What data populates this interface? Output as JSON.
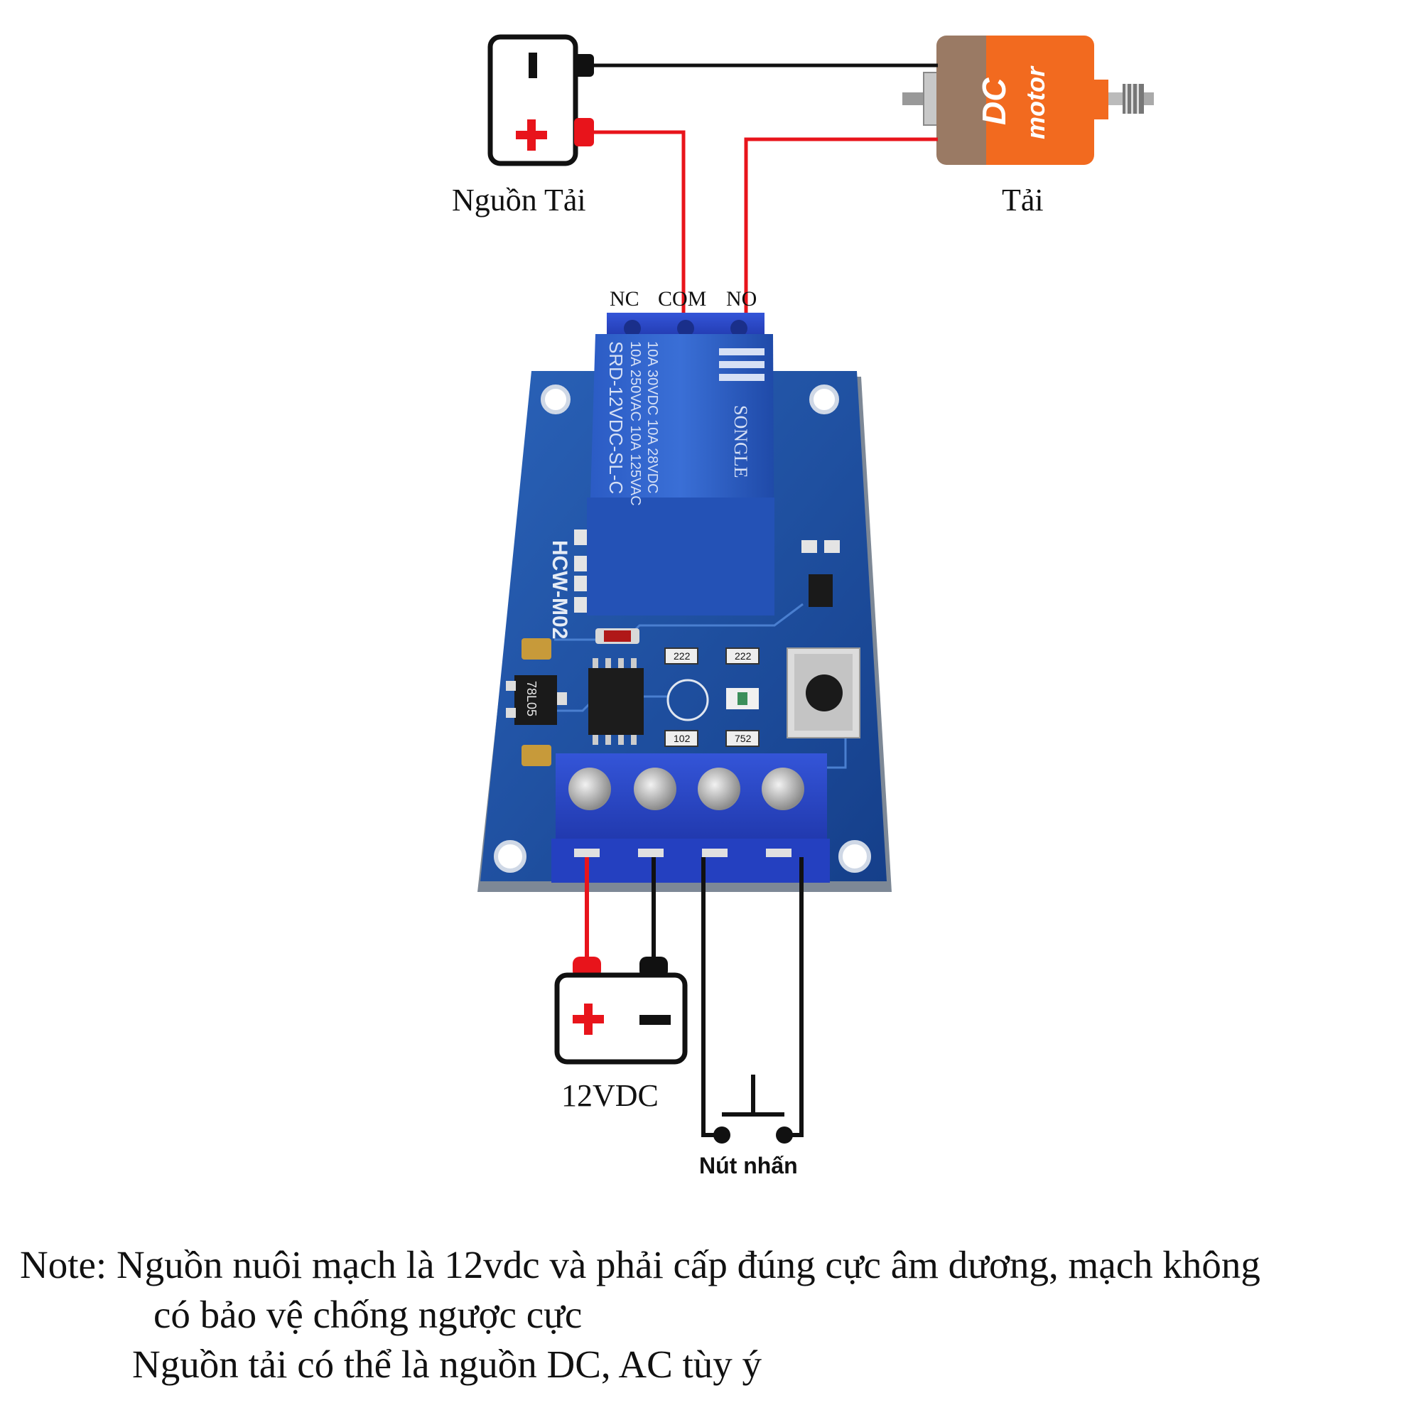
{
  "labels": {
    "load_source": "Nguồn Tải",
    "load": "Tải",
    "nc": "NC",
    "com": "COM",
    "no": "NO",
    "supply": "12VDC",
    "push_button": "Nút nhấn"
  },
  "motor": {
    "line1": "DC",
    "line2": "motor"
  },
  "relay": {
    "brand": "SONGLE",
    "rating1": "10A 250VAC 10A 125VAC",
    "rating2": "10A  30VDC 10A  28VDC",
    "model": "SRD-12VDC-SL-C",
    "board_id": "HCW-M02"
  },
  "parts": {
    "regulator": "78L05",
    "r1": "222",
    "r2": "222",
    "r3": "102",
    "r4": "752"
  },
  "note": {
    "line1": "Note: Nguồn nuôi mạch là 12vdc và phải cấp đúng cực âm dương, mạch không",
    "line2": "có bảo vệ chống ngược cực",
    "line3": "Nguồn tải có thể là nguồn DC, AC tùy ý"
  },
  "colors": {
    "wire_positive": "#e8141b",
    "wire_negative": "#111111",
    "pcb": "#1d4fa0",
    "terminal": "#2a48c8",
    "motor": "#f26a1f"
  }
}
